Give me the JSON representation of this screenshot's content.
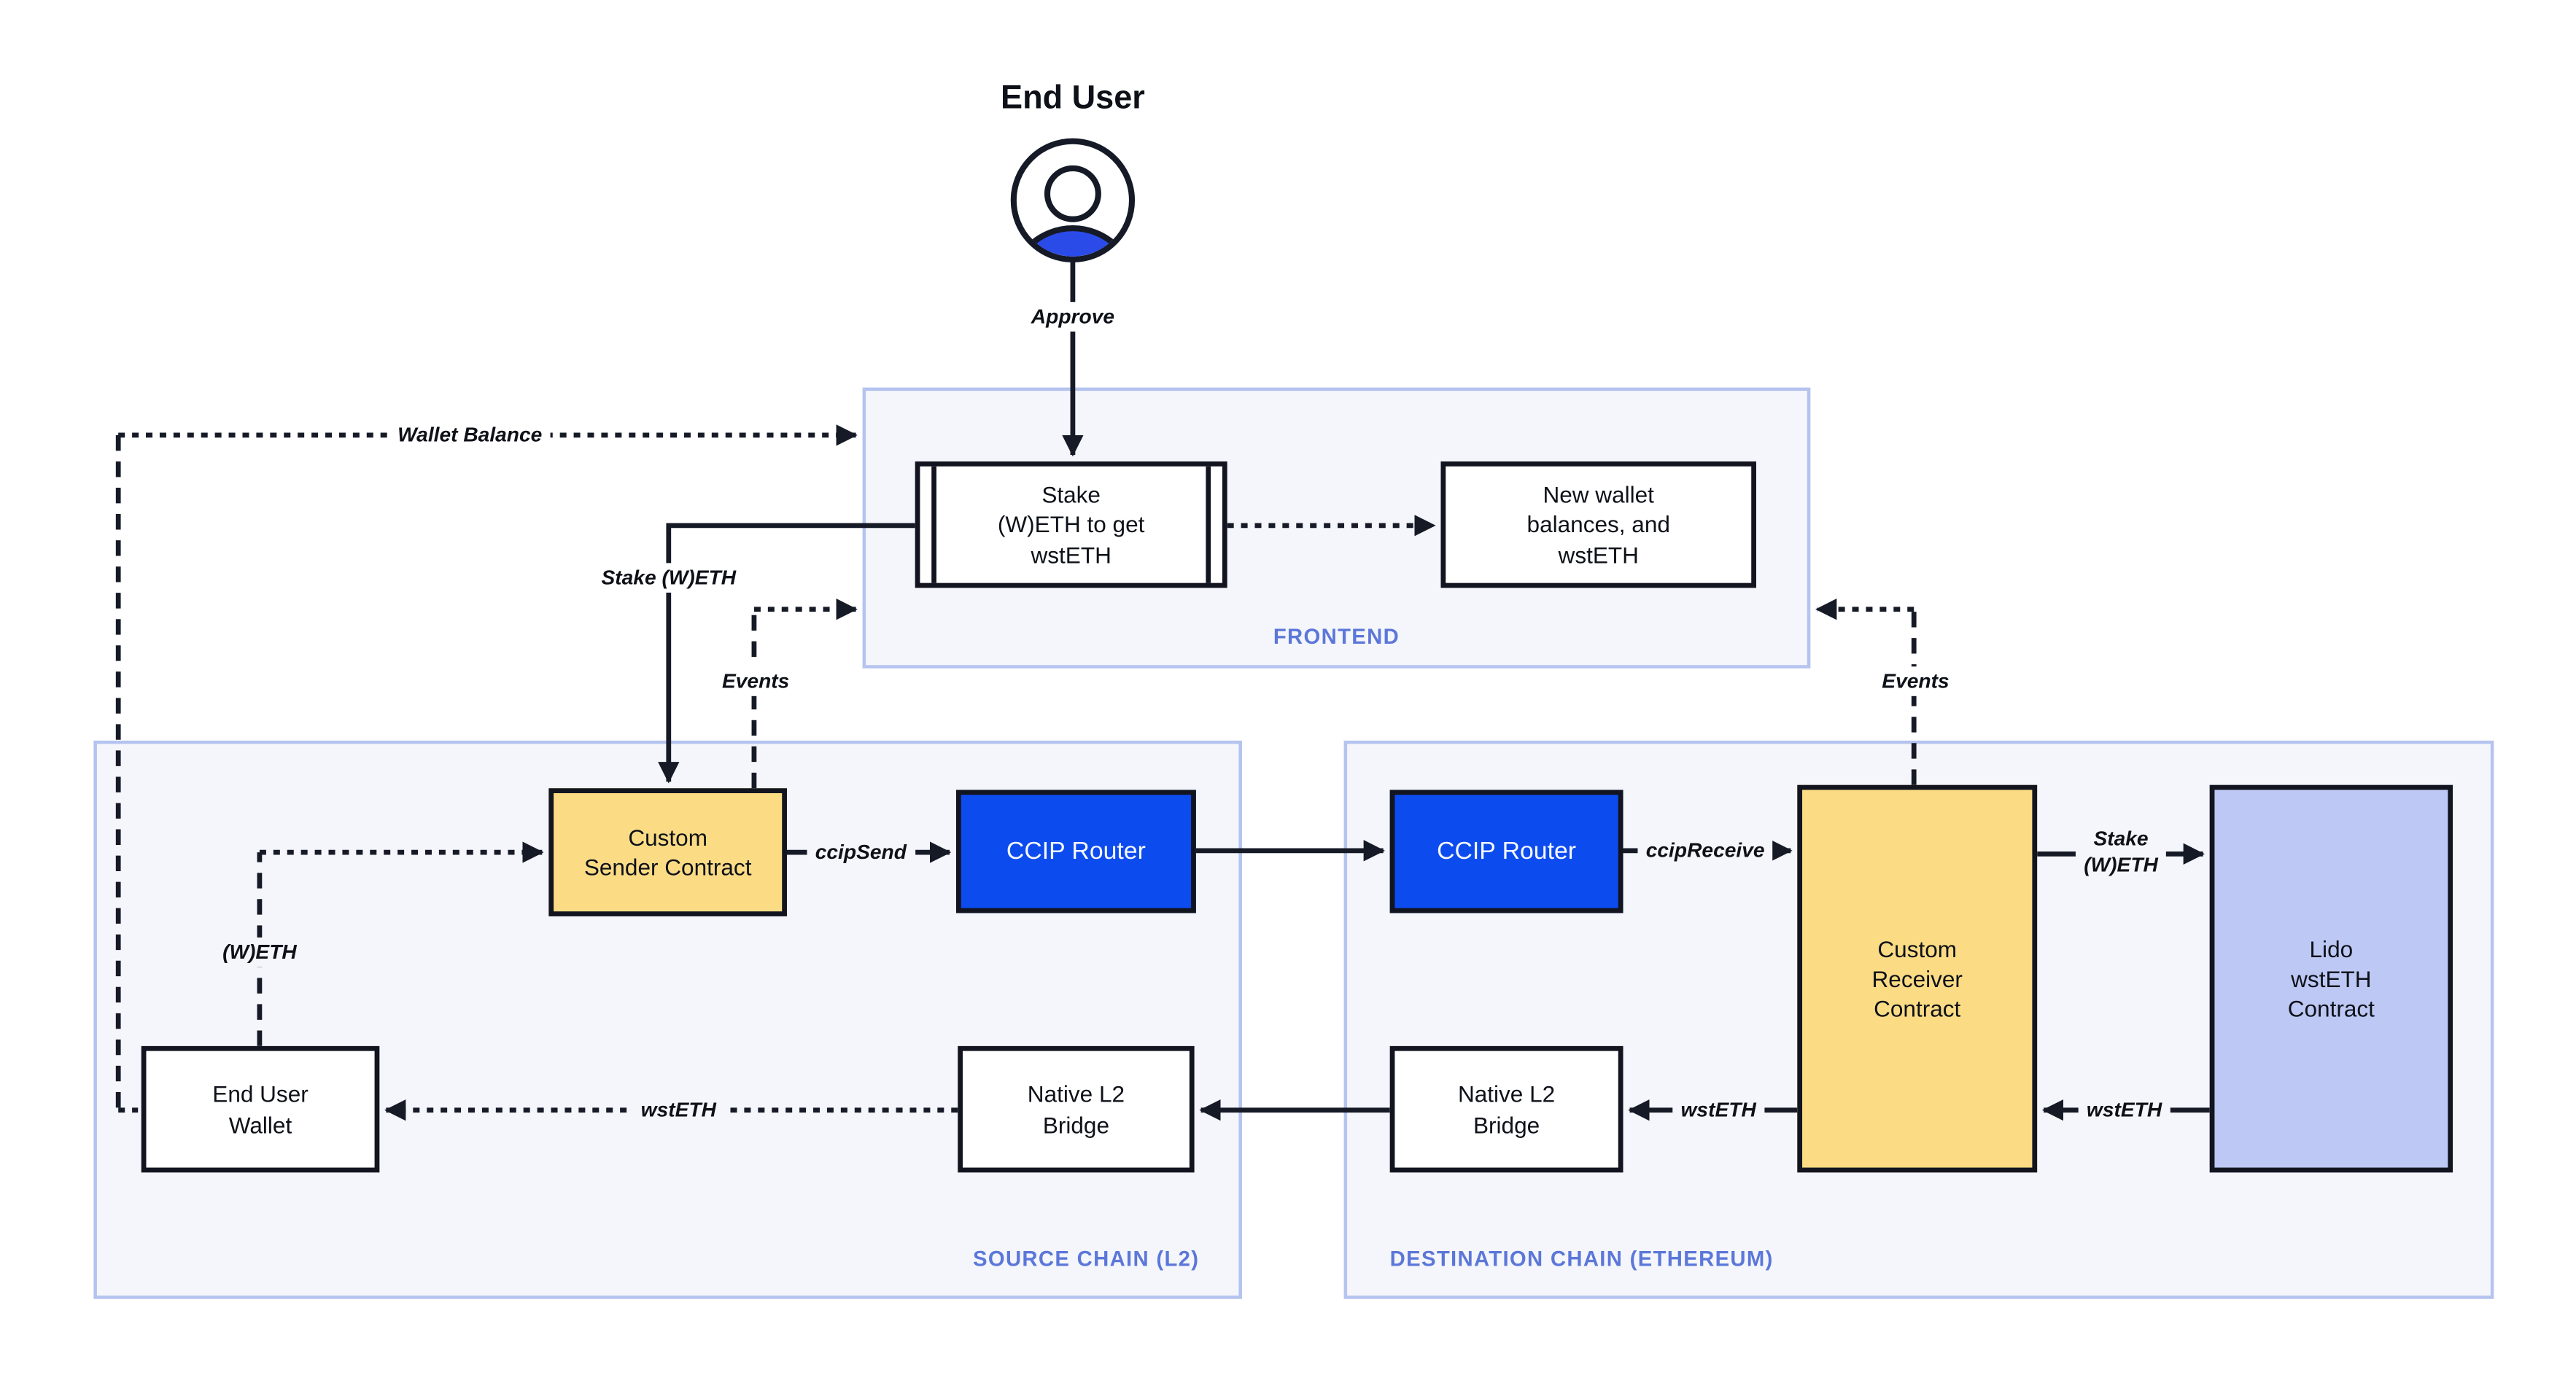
{
  "title": "End User",
  "containers": {
    "frontend": {
      "label": "FRONTEND"
    },
    "source_chain": {
      "label": "SOURCE CHAIN (L2)"
    },
    "destination_chain": {
      "label": "DESTINATION CHAIN (ETHEREUM)"
    }
  },
  "nodes": {
    "stake_widget": {
      "label": "Stake\n(W)ETH to get\nwstETH"
    },
    "new_wallet": {
      "label": "New wallet\nbalances, and\nwstETH"
    },
    "custom_sender": {
      "label": "Custom\nSender Contract"
    },
    "ccip_router_source": {
      "label": "CCIP Router"
    },
    "end_user_wallet": {
      "label": "End User\nWallet"
    },
    "native_l2_bridge_source": {
      "label": "Native L2\nBridge"
    },
    "ccip_router_destination": {
      "label": "CCIP Router"
    },
    "custom_receiver": {
      "label": "Custom\nReceiver\nContract"
    },
    "lido_wsteth": {
      "label": "Lido\nwstETH\nContract"
    },
    "native_l2_bridge_destination": {
      "label": "Native L2\nBridge"
    }
  },
  "edge_labels": {
    "approve": "Approve",
    "wallet_balance": "Wallet Balance",
    "stake_weth": "Stake (W)ETH",
    "events_left": "Events",
    "events_right": "Events",
    "weth": "(W)ETH",
    "ccip_send": "ccipSend",
    "ccip_receive": "ccipReceive",
    "wsteth_to_wallet": "wstETH",
    "stake_weth_lido": "Stake\n(W)ETH",
    "wsteth_from_lido": "wstETH",
    "wsteth_to_bridge": "wstETH"
  },
  "colors": {
    "container_fill": "#F4F6FB",
    "container_border": "#B5C3EF",
    "label_blue": "#5C77D9",
    "node_border": "#12151F",
    "node_yellow": "#FBDC85",
    "node_periwinkle": "#BDC9F4",
    "accent_blue": "#0C4BEE",
    "line_dark": "#151A26",
    "icon_blue": "#2B4BE8",
    "text_dark": "#0E1118"
  }
}
